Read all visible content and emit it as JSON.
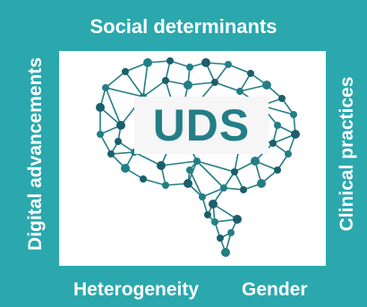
{
  "colors": {
    "frame": "#2aa8ad",
    "panel": "#ffffff",
    "network": "#237e86",
    "network_dark": "#1b5f6a",
    "label_text": "#ffffff"
  },
  "labels": {
    "top": "Social determinants",
    "left": "Digital advancements",
    "right": "Clinical practices",
    "bottom_left": "Heterogeneity",
    "bottom_right": "Gender"
  },
  "center_text": "UDS",
  "icon": "brain-network-icon"
}
